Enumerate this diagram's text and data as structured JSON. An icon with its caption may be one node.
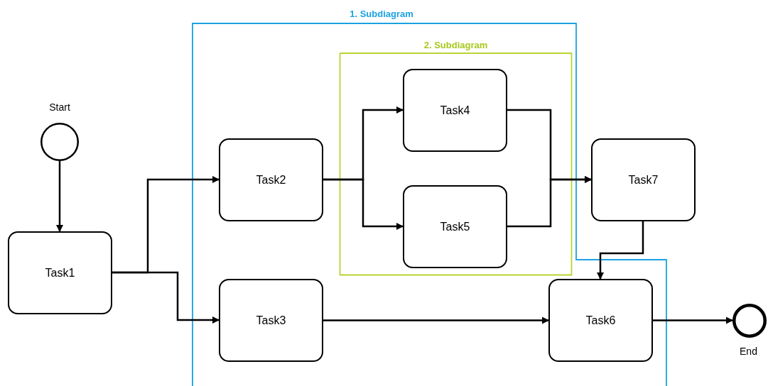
{
  "diagram": {
    "nodes": [
      {
        "text": [
          "Start"
        ]
      },
      {
        "text": [
          "Task1"
        ]
      },
      {
        "text": [
          "1. Subdiagram"
        ]
      },
      {
        "text": [
          "Task2"
        ],
        "in": 2
      },
      {
        "text": [
          "Task3"
        ],
        "in": 2
      },
      {
        "text": [
          "2. Subdiagram"
        ],
        "in": 2
      },
      {
        "text": [
          "Task4"
        ],
        "in": 5
      },
      {
        "text": [
          "Task5"
        ],
        "in": 5
      },
      {
        "text": [
          "Task7"
        ]
      },
      {
        "text": [
          "Task6"
        ],
        "in": 2
      },
      {
        "text": [
          "End"
        ]
      }
    ],
    "edges": [
      {
        "from": 0,
        "to": 1,
        "arrow": "to"
      },
      {
        "from": 1,
        "to": 3,
        "arrow": "to"
      },
      {
        "from": 1,
        "to": 4,
        "arrow": "to"
      },
      {
        "from": 3,
        "to": 6,
        "arrow": "to"
      },
      {
        "from": 3,
        "to": 7,
        "arrow": "to"
      },
      {
        "from": 6,
        "to": 8,
        "arrow": "to"
      },
      {
        "from": 7,
        "to": 8,
        "arrow": "to"
      },
      {
        "from": 8,
        "to": 9,
        "arrow": "to"
      },
      {
        "from": 4,
        "to": 9,
        "arrow": "to"
      },
      {
        "from": 9,
        "to": 10,
        "arrow": "to"
      }
    ]
  }
}
